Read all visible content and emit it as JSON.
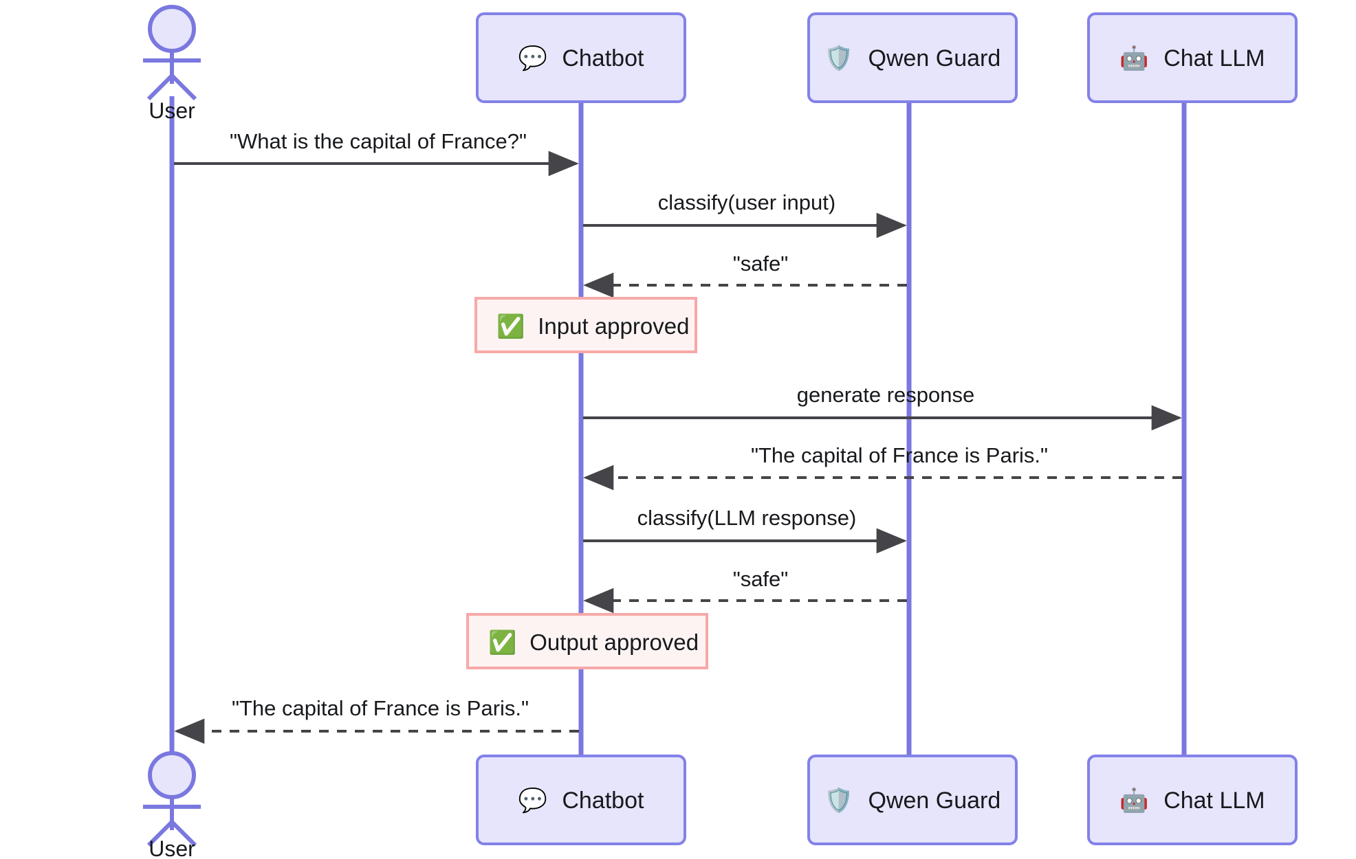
{
  "diagram": {
    "type": "sequence-diagram",
    "title": "",
    "colors": {
      "participant_fill": "#e6e5fb",
      "participant_stroke": "#8381e8",
      "lifeline_stroke": "#7a78df",
      "message_stroke": "#454549",
      "note_fill": "#fdf3f3",
      "note_stroke": "#f7a8a8",
      "text": "#17191c",
      "background": "#ffffff"
    },
    "participants": [
      {
        "id": "user",
        "label": "User",
        "icon": "",
        "icon_name": "actor-stick-figure",
        "kind": "actor"
      },
      {
        "id": "bot",
        "label": "Chatbot",
        "icon": "💬",
        "icon_name": "speech-balloon-icon",
        "kind": "box"
      },
      {
        "id": "guard",
        "label": "Qwen Guard",
        "icon": "🛡️",
        "icon_name": "shield-icon",
        "kind": "box"
      },
      {
        "id": "llm",
        "label": "Chat LLM",
        "icon": "🤖",
        "icon_name": "robot-icon",
        "kind": "box"
      }
    ],
    "messages": [
      {
        "seq": 1,
        "from": "user",
        "to": "bot",
        "label": "\"What is the capital of France?\"",
        "style": "solid"
      },
      {
        "seq": 2,
        "from": "bot",
        "to": "guard",
        "label": "classify(user input)",
        "style": "solid"
      },
      {
        "seq": 3,
        "from": "guard",
        "to": "bot",
        "label": "\"safe\"",
        "style": "dashed"
      },
      {
        "seq": 4,
        "from": "bot",
        "to": "llm",
        "label": "generate response",
        "style": "solid"
      },
      {
        "seq": 5,
        "from": "llm",
        "to": "bot",
        "label": "\"The capital of France is Paris.\"",
        "style": "dashed"
      },
      {
        "seq": 6,
        "from": "bot",
        "to": "guard",
        "label": "classify(LLM response)",
        "style": "solid"
      },
      {
        "seq": 7,
        "from": "guard",
        "to": "bot",
        "label": "\"safe\"",
        "style": "dashed"
      },
      {
        "seq": 8,
        "from": "bot",
        "to": "user",
        "label": "\"The capital of France is Paris.\"",
        "style": "dashed"
      }
    ],
    "notes": [
      {
        "over": "bot",
        "icon": "✅",
        "icon_name": "check-mark-button-icon",
        "label": "Input approved"
      },
      {
        "over": "bot",
        "icon": "✅",
        "icon_name": "check-mark-button-icon",
        "label": "Output approved"
      }
    ]
  }
}
